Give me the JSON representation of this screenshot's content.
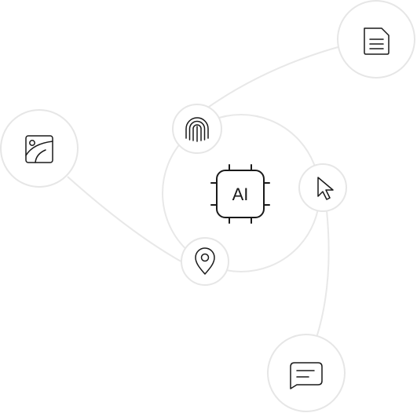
{
  "center": {
    "label": "AI",
    "icon": "ai-chip-icon"
  },
  "nodes": [
    {
      "name": "document",
      "icon": "document-icon"
    },
    {
      "name": "image",
      "icon": "image-icon"
    },
    {
      "name": "fingerprint",
      "icon": "fingerprint-icon"
    },
    {
      "name": "cursor",
      "icon": "cursor-pointer-icon"
    },
    {
      "name": "location",
      "icon": "location-pin-icon"
    },
    {
      "name": "chat",
      "icon": "chat-bubble-icon"
    }
  ],
  "colors": {
    "line": "#e8e8e8",
    "node_border": "#e6e6e6",
    "icon": "#1a1a1a",
    "background": "#ffffff"
  }
}
